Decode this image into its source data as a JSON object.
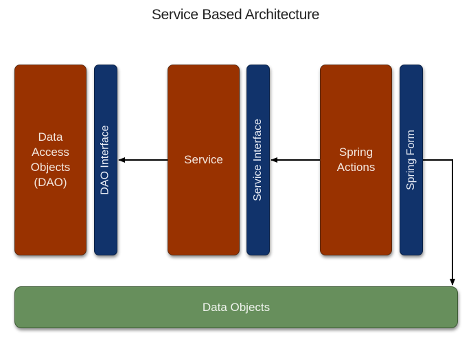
{
  "title": "Service Based Architecture",
  "components": [
    {
      "id": "dao",
      "label": "Data Access Objects (DAO)",
      "lines": [
        "Data",
        "Access",
        "Objects",
        "(DAO)"
      ]
    },
    {
      "id": "service",
      "label": "Service",
      "lines": [
        "Service"
      ]
    },
    {
      "id": "spring-actions",
      "label": "Spring Actions",
      "lines": [
        "Spring",
        "Actions"
      ]
    }
  ],
  "interfaces": [
    {
      "id": "dao-interface",
      "label": "DAO Interface"
    },
    {
      "id": "service-interface",
      "label": "Service Interface"
    },
    {
      "id": "spring-form",
      "label": "Spring Form"
    }
  ],
  "data_objects": {
    "label": "Data Objects"
  },
  "connections": [
    {
      "from": "Service",
      "to": "DAO Interface"
    },
    {
      "from": "Spring Actions",
      "to": "Service Interface"
    },
    {
      "from": "Spring Form",
      "to": "Data Objects"
    }
  ],
  "colors": {
    "component": "#993200",
    "interface": "#11336b",
    "data_objects": "#678f5c"
  }
}
